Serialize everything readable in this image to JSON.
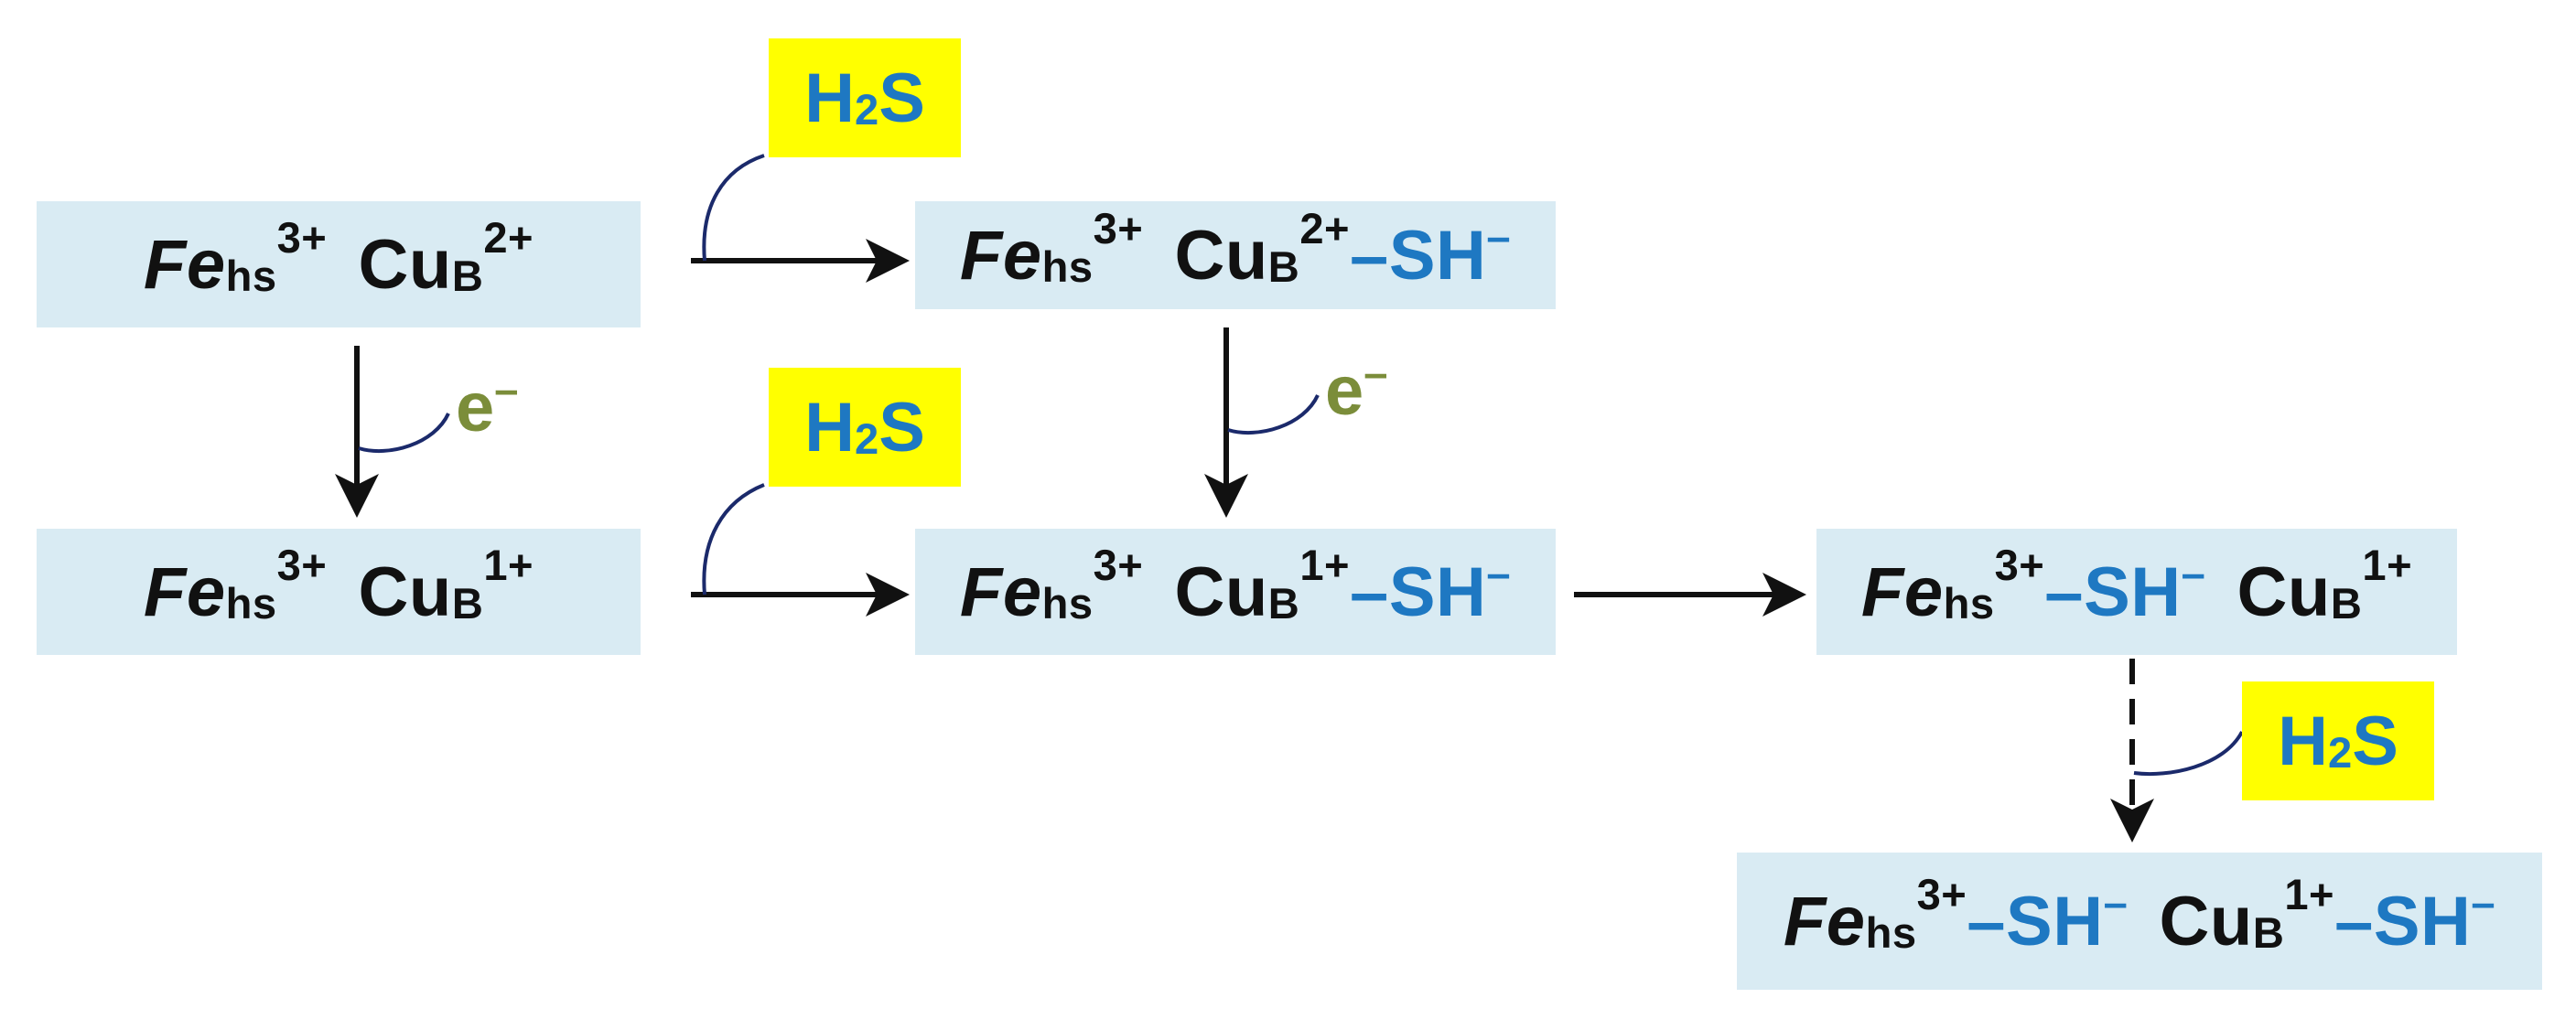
{
  "colors": {
    "box_fill": "#d9ebf3",
    "badge_fill": "#ffff00",
    "ligand": "#1e78c2",
    "electron": "#7b8d3a",
    "text": "#111111",
    "curve": "#1b2a6b",
    "arrow": "#111111"
  },
  "text": {
    "fe": "Fe",
    "hs": "hs",
    "cu": "Cu",
    "b": "B",
    "ox3": "3+",
    "ox2": "2+",
    "ox1": "1+",
    "sh": "–SH",
    "minus": "–",
    "h": "H",
    "two": "2",
    "s": "S",
    "e": "e"
  },
  "states": [
    {
      "id": "s1",
      "label": "Fehs3+ CuB2+"
    },
    {
      "id": "s2",
      "label": "Fehs3+ CuB2+–SH–"
    },
    {
      "id": "s3",
      "label": "Fehs3+ CuB1+"
    },
    {
      "id": "s4",
      "label": "Fehs3+ CuB1+–SH–"
    },
    {
      "id": "s5",
      "label": "Fehs3+–SH– CuB1+"
    },
    {
      "id": "s6",
      "label": "Fehs3+–SH– CuB1+–SH–"
    }
  ],
  "transitions": [
    {
      "from": "s1",
      "to": "s2",
      "reagent": "H2S",
      "style": "solid"
    },
    {
      "from": "s1",
      "to": "s3",
      "reagent": "e–",
      "style": "solid"
    },
    {
      "from": "s2",
      "to": "s4",
      "reagent": "e–",
      "style": "solid"
    },
    {
      "from": "s3",
      "to": "s4",
      "reagent": "H2S",
      "style": "solid"
    },
    {
      "from": "s4",
      "to": "s5",
      "reagent": "",
      "style": "solid"
    },
    {
      "from": "s5",
      "to": "s6",
      "reagent": "H2S",
      "style": "dashed"
    }
  ]
}
